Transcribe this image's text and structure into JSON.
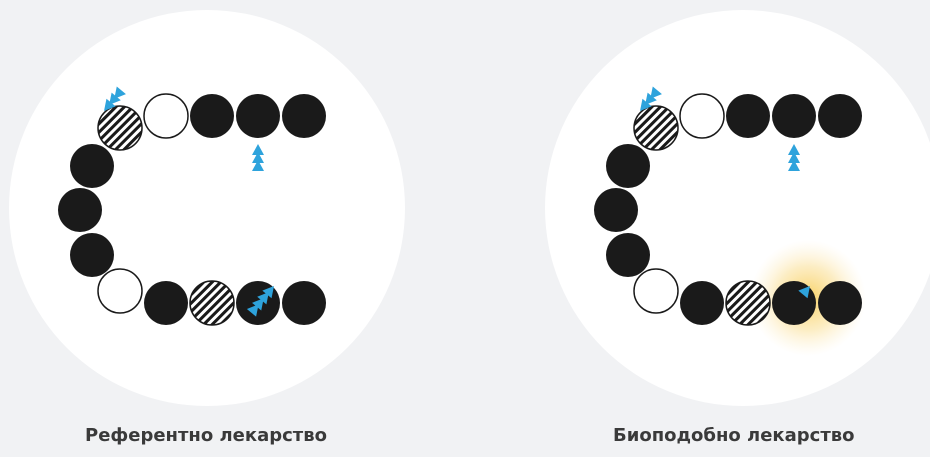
{
  "captions": {
    "reference": "Референтно лекарство",
    "biosimilar": "Биоподобно лекарство"
  },
  "colors": {
    "background": "#f1f2f4",
    "circle_panel": "#ffffff",
    "bead_filled": "#1a1a1a",
    "bead_outline": "#1a1a1a",
    "arrow": "#2ea3dc",
    "glow": "#f7c948",
    "caption_text": "#3a3a3a"
  },
  "legend_semantics": {
    "bead_types": [
      "filled",
      "hollow",
      "hatched"
    ],
    "marker": "blue-triangle-arrow-icon",
    "highlight": "yellow-glow"
  }
}
